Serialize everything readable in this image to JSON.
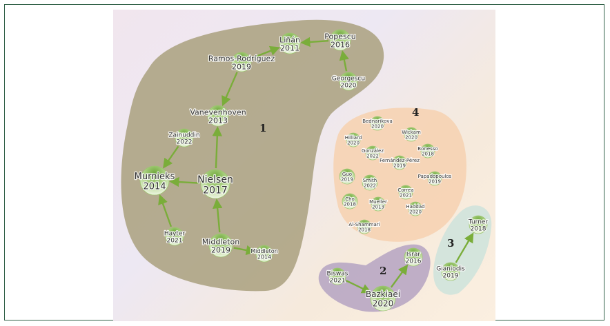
{
  "clusters": [
    {
      "id": "1",
      "label": "1",
      "color": "#a9a07e"
    },
    {
      "id": "2",
      "label": "2",
      "color": "#b8a7c3"
    },
    {
      "id": "3",
      "label": "3",
      "color": "#cfe3dc"
    },
    {
      "id": "4",
      "label": "4",
      "color": "#f6d3b3"
    }
  ],
  "nodes": [
    {
      "id": "linan",
      "author": "Liñán",
      "year": "2011",
      "cluster": "1"
    },
    {
      "id": "popescu",
      "author": "Popescu",
      "year": "2016",
      "cluster": "1"
    },
    {
      "id": "georgescu",
      "author": "Georgescu",
      "year": "2020",
      "cluster": "1"
    },
    {
      "id": "ramos",
      "author": "Ramos-Rodríguez",
      "year": "2019",
      "cluster": "1"
    },
    {
      "id": "vanevenhoven",
      "author": "Vanevenhoven",
      "year": "2013",
      "cluster": "1"
    },
    {
      "id": "zainuddin",
      "author": "Zainuddin",
      "year": "2022",
      "cluster": "1"
    },
    {
      "id": "murnieks",
      "author": "Murnieks",
      "year": "2014",
      "cluster": "1"
    },
    {
      "id": "nielsen",
      "author": "Nielsen",
      "year": "2017",
      "cluster": "1"
    },
    {
      "id": "hayter",
      "author": "Hayter",
      "year": "2021",
      "cluster": "1"
    },
    {
      "id": "middleton2019",
      "author": "Middleton",
      "year": "2019",
      "cluster": "1"
    },
    {
      "id": "middleton2014",
      "author": "Middleton",
      "year": "2014",
      "cluster": "1"
    },
    {
      "id": "biswas",
      "author": "Biswas",
      "year": "2021",
      "cluster": "2"
    },
    {
      "id": "bazkiaei",
      "author": "Bazkiaei",
      "year": "2020",
      "cluster": "2"
    },
    {
      "id": "israr",
      "author": "Israr",
      "year": "2016",
      "cluster": "2"
    },
    {
      "id": "gianiodis",
      "author": "Gianiodis",
      "year": "2019",
      "cluster": "3"
    },
    {
      "id": "turner",
      "author": "Turner",
      "year": "2018",
      "cluster": "3"
    },
    {
      "id": "bednarikova",
      "author": "Bednarikova",
      "year": "2020",
      "cluster": "4"
    },
    {
      "id": "hilliard",
      "author": "Hilliard",
      "year": "2020",
      "cluster": "4"
    },
    {
      "id": "wickam",
      "author": "Wickam",
      "year": "2020",
      "cluster": "4"
    },
    {
      "id": "gonzalez",
      "author": "González",
      "year": "2022",
      "cluster": "4"
    },
    {
      "id": "bonesso",
      "author": "Bonesso",
      "year": "2018",
      "cluster": "4"
    },
    {
      "id": "fernandez",
      "author": "Fernández-Pérez",
      "year": "2019",
      "cluster": "4"
    },
    {
      "id": "guo",
      "author": "Guo",
      "year": "2019",
      "cluster": "4"
    },
    {
      "id": "smith",
      "author": "Smith",
      "year": "2022",
      "cluster": "4"
    },
    {
      "id": "papadopoulos",
      "author": "Papadopoulos",
      "year": "2019",
      "cluster": "4"
    },
    {
      "id": "correa",
      "author": "Correa",
      "year": "2021",
      "cluster": "4"
    },
    {
      "id": "cho",
      "author": "Cho",
      "year": "2018",
      "cluster": "4"
    },
    {
      "id": "mueller",
      "author": "Mueller",
      "year": "2013",
      "cluster": "4"
    },
    {
      "id": "haddad",
      "author": "Haddad",
      "year": "2020",
      "cluster": "4"
    },
    {
      "id": "alshammari",
      "author": "Al-Shammari",
      "year": "2018",
      "cluster": "4"
    }
  ],
  "edges": [
    {
      "from": "popescu",
      "to": "linan"
    },
    {
      "from": "georgescu",
      "to": "popescu"
    },
    {
      "from": "ramos",
      "to": "linan"
    },
    {
      "from": "ramos",
      "to": "vanevenhoven"
    },
    {
      "from": "nielsen",
      "to": "vanevenhoven"
    },
    {
      "from": "zainuddin",
      "to": "murnieks"
    },
    {
      "from": "nielsen",
      "to": "murnieks"
    },
    {
      "from": "hayter",
      "to": "murnieks"
    },
    {
      "from": "middleton2019",
      "to": "nielsen"
    },
    {
      "from": "middleton2019",
      "to": "middleton2014"
    },
    {
      "from": "biswas",
      "to": "bazkiaei"
    },
    {
      "from": "bazkiaei",
      "to": "israr"
    },
    {
      "from": "gianiodis",
      "to": "turner"
    }
  ],
  "colors": {
    "edge": "#7aad3a",
    "node_top": "#7fb24a",
    "node_bottom": "#e8f3d6",
    "frame": "#2f5f46"
  }
}
